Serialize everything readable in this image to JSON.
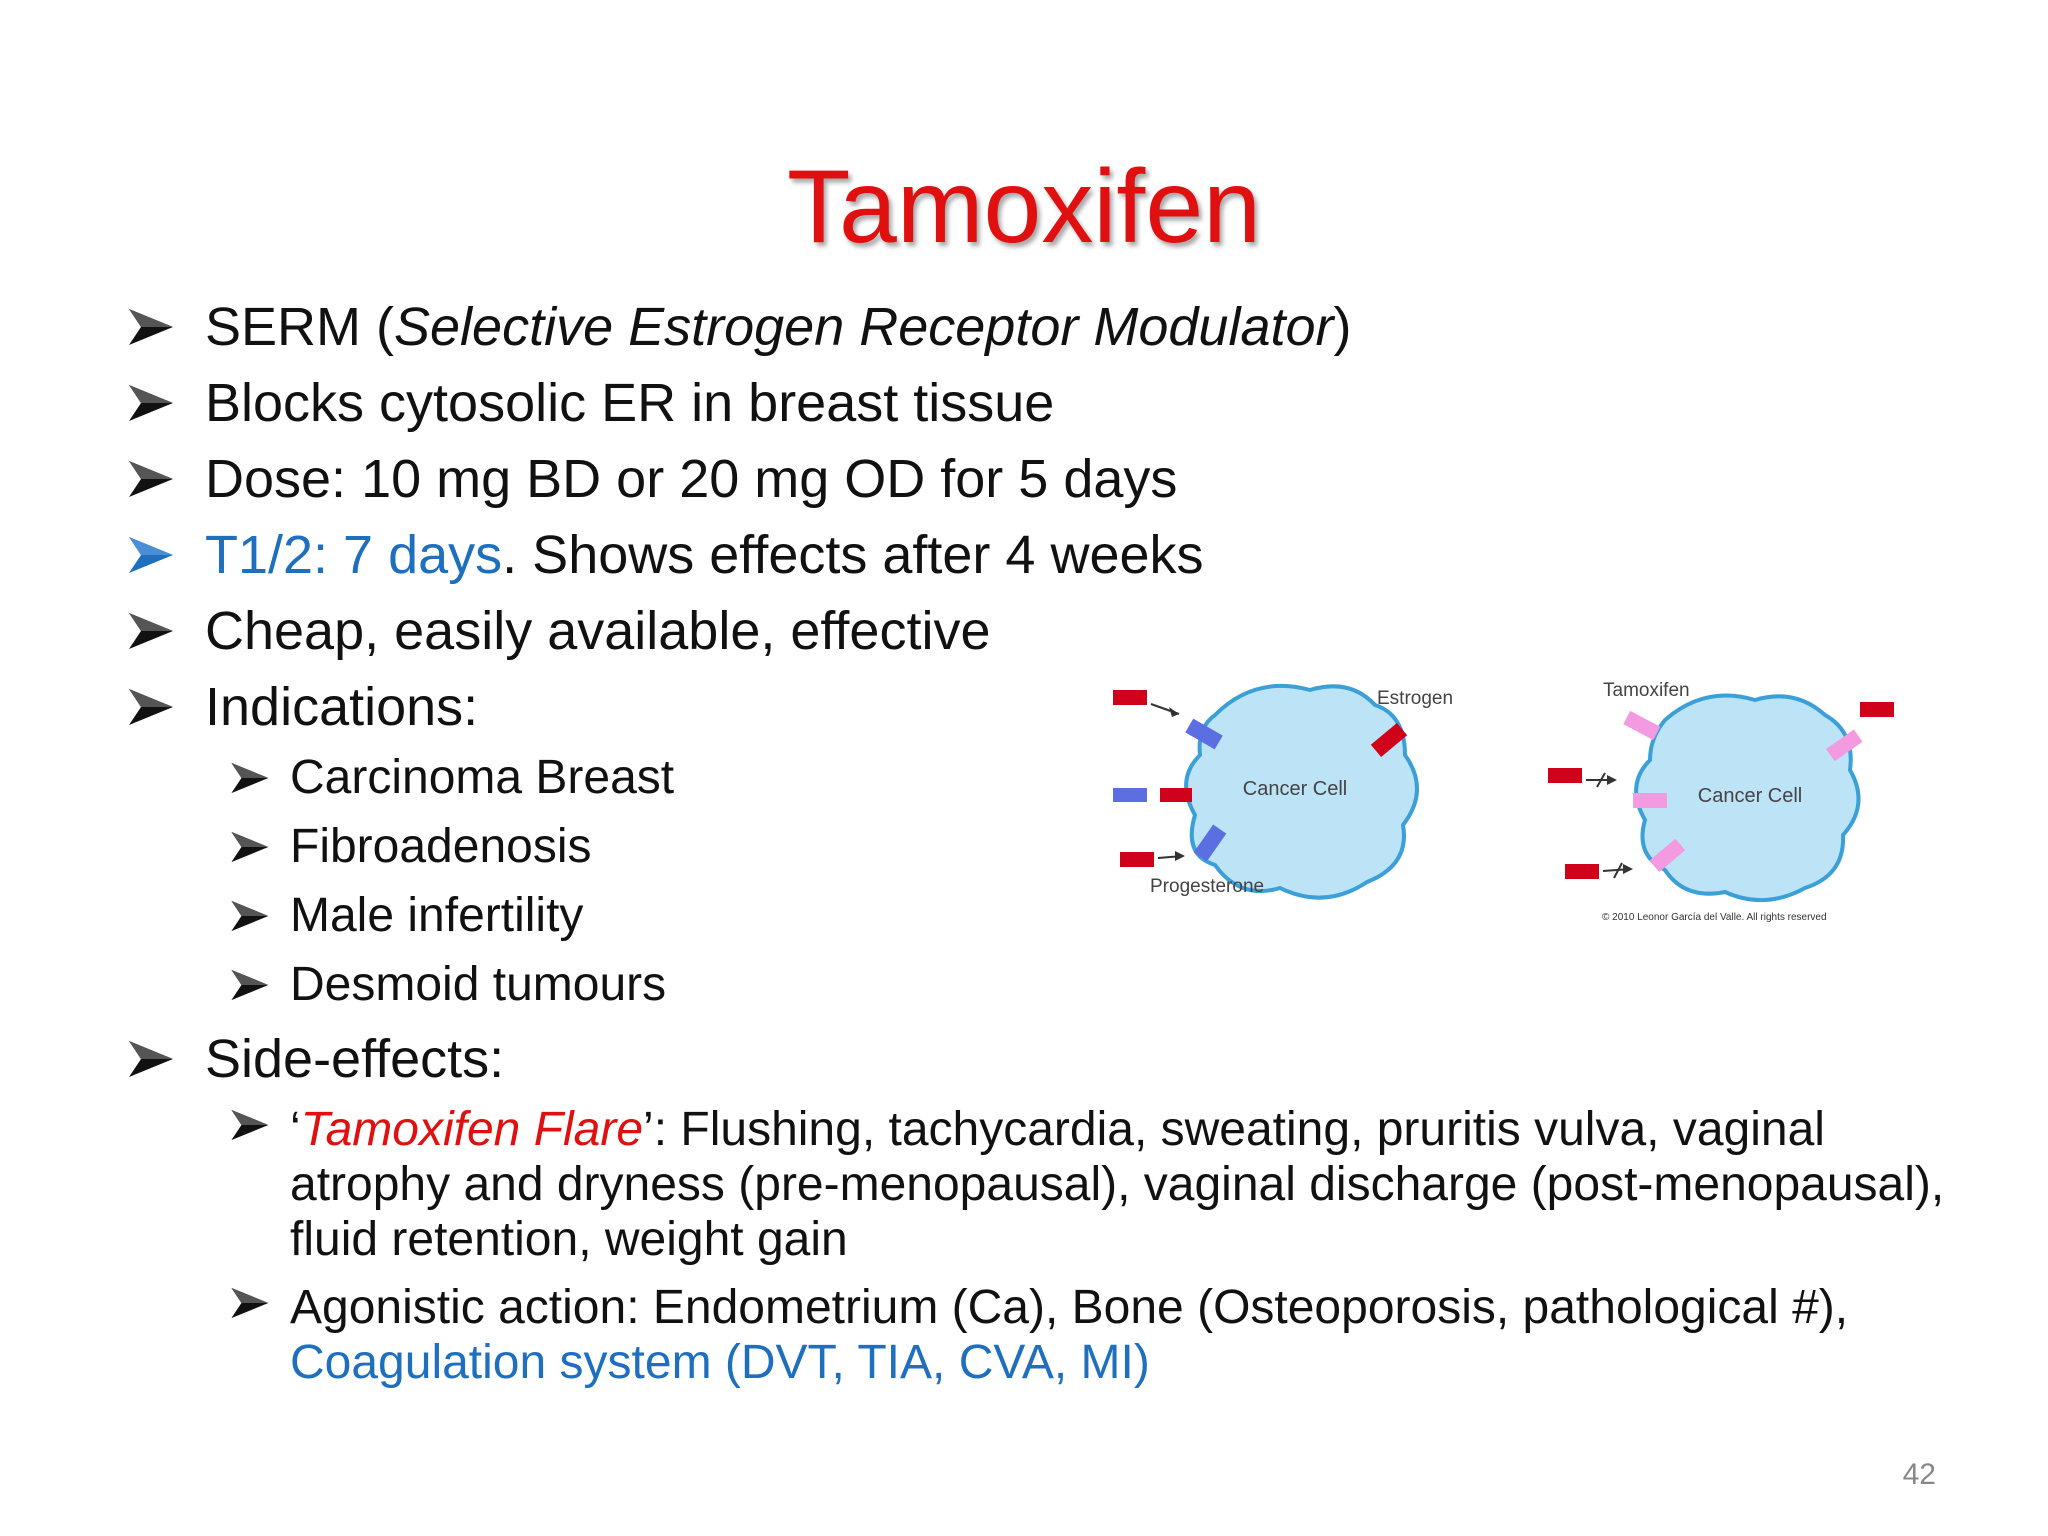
{
  "slide": {
    "title": "Tamoxifen",
    "page_number": "42",
    "bullets": {
      "serm": {
        "prefix": "SERM (",
        "italic": "Selective Estrogen Receptor Modulator",
        "suffix": ")"
      },
      "blocks": "Blocks cytosolic ER in breast tissue",
      "dose": "Dose: 10 mg BD or 20 mg OD for 5 days",
      "t12": {
        "blue": "T1/2: 7 days",
        "rest": ". Shows effects after 4 weeks"
      },
      "cheap": "Cheap, easily available, effective",
      "indications": "Indications:",
      "ind_items": [
        "Carcinoma Breast",
        "Fibroadenosis",
        "Male infertility",
        "Desmoid tumours"
      ],
      "side_effects": "Side-effects:",
      "flare": {
        "open_quote": "‘",
        "red_italic": "Tamoxifen Flare",
        "close": "’: Flushing, tachycardia, sweating, pruritis vulva, vaginal atrophy and dryness (pre-menopausal), vaginal discharge (post-menopausal), fluid retention, weight gain"
      },
      "agonistic": {
        "prefix": "Agonistic action: Endometrium (Ca),  Bone (Osteoporosis, pathological #), ",
        "blue": "Coagulation system (DVT, TIA, CVA, MI)"
      }
    },
    "figure": {
      "left_cell_label": "Cancer Cell",
      "right_cell_label": "Cancer Cell",
      "estrogen_label": "Estrogen",
      "progesterone_label": "Progesterone",
      "tamoxifen_label": "Tamoxifen",
      "copyright": "© 2010 Leonor García del Valle. All rights reserved"
    },
    "colors": {
      "title": "#e01010",
      "highlight_blue": "#1f6fbf",
      "cell_fill": "#bde3f7",
      "cell_stroke": "#3b9fd8"
    }
  }
}
